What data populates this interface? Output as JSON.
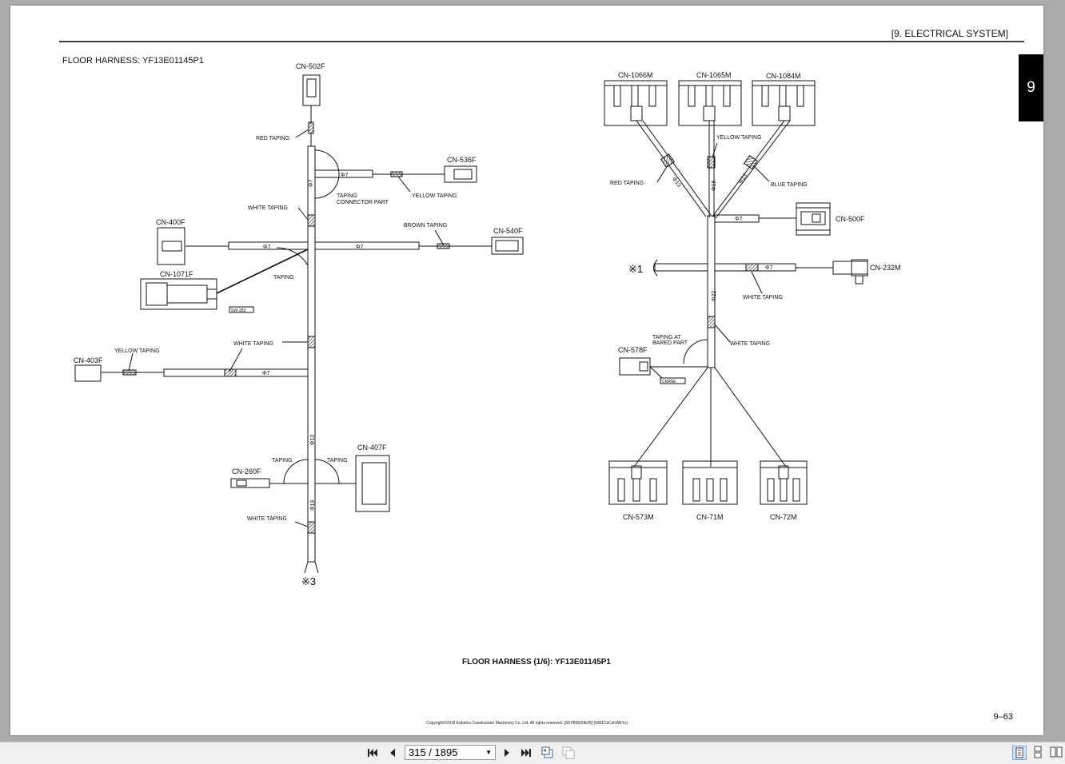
{
  "document": {
    "chapter_header": "[9.   ELECTRICAL SYSTEM]",
    "chapter_tab": "9",
    "diagram_title": "FLOOR HARNESS: YF13E01145P1",
    "caption": "FLOOR HARNESS (1/6): YF13E01145P1",
    "page_number": "9–63",
    "copyright": "Copyright©2019 Kobelco Construction Machinery Co.,Ltd. All rights reserved. [S5YB0020E05] [0301CsCshWbYs]"
  },
  "left_harness": {
    "connectors": {
      "cn502f": "CN-502F",
      "cn536f": "CN-536F",
      "cn400f": "CN-400F",
      "cn540f": "CN-540F",
      "cn1071f": "CN-1071F",
      "cn403f": "CN-403F",
      "cn260f": "CN-260F",
      "cn407f": "CN-407F"
    },
    "labels": {
      "red_taping": "RED TAPING",
      "yellow_taping_536": "YELLOW TAPING",
      "taping_connector_1": "TAPING",
      "taping_connector_2": "CONNECTOR PART",
      "white_taping_1": "WHITE TAPING",
      "brown_taping": "BROWN TAPING",
      "taping_1071": "TAPING",
      "sw_tag": "SW-1B3",
      "yellow_taping_403": "YELLOW TAPING",
      "white_taping_2": "WHITE TAPING",
      "taping_260": "TAPING",
      "taping_407": "TAPING",
      "white_taping_3": "WHITE TAPING",
      "ref_3": "※3"
    },
    "dims": {
      "d7_536": "Φ7",
      "d7_trunk": "Φ7",
      "d7_400": "Φ7",
      "d7_540": "Φ7",
      "d7_403": "Φ7",
      "d10": "Φ10",
      "d19": "Φ19"
    }
  },
  "right_harness": {
    "connectors": {
      "cn1066m": "CN-1066M",
      "cn1065m": "CN-1065M",
      "cn1084m": "CN-1084M",
      "cn500f": "CN-500F",
      "cn232m": "CN-232M",
      "cn578f": "CN-578F",
      "cn573m": "CN-573M",
      "cn71m": "CN-71M",
      "cn72m": "CN-72M"
    },
    "labels": {
      "yellow_taping": "YELLOW TAPING",
      "red_taping": "RED TAPING",
      "blue_taping": "BLUE TAPING",
      "white_taping_1": "WHITE TAPING",
      "taping_bared_1": "TAPING AT",
      "taping_bared_2": "BARED PART",
      "white_taping_2": "WHITE TAPING",
      "crane_tag": "CRANE",
      "ref_1": "※1"
    },
    "dims": {
      "d13_left": "Φ13",
      "d15": "Φ15",
      "d13_right": "Φ13",
      "d7_500": "Φ7",
      "d7_232": "Φ7",
      "d22": "Φ22"
    }
  },
  "toolbar": {
    "page_field": "315 / 1895",
    "first_icon": "first-page-icon",
    "prev_icon": "previous-page-icon",
    "next_icon": "next-page-icon",
    "last_icon": "last-page-icon"
  }
}
